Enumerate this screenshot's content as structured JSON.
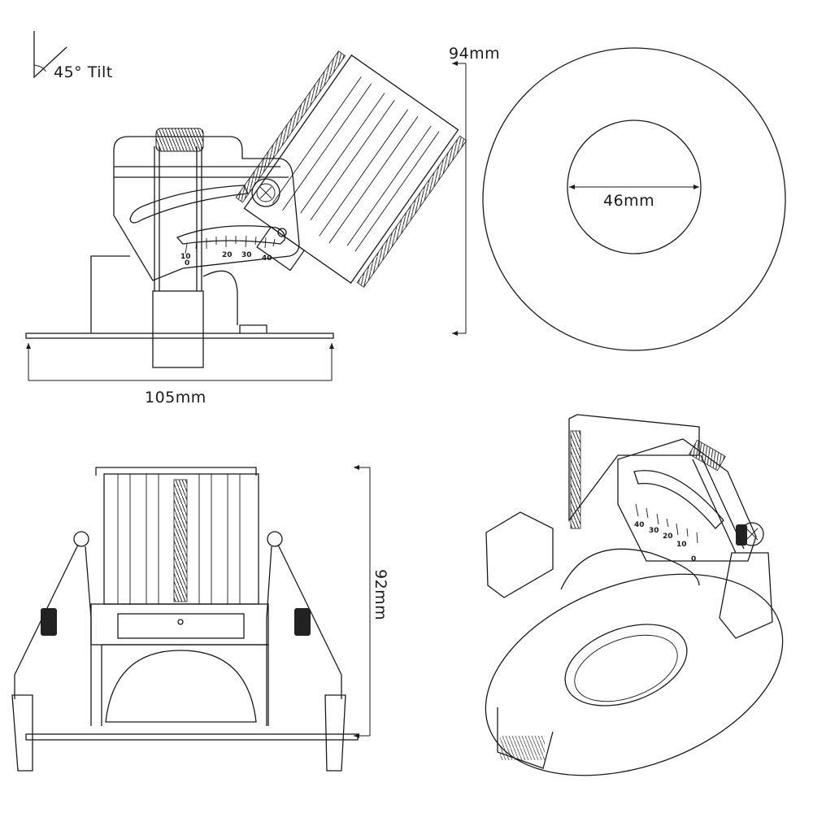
{
  "tilt_label": "45° Tilt",
  "dimensions": {
    "width": "105mm",
    "face_diameter": "94mm",
    "aperture": "46mm",
    "height": "92mm"
  },
  "tilt_scale": {
    "labels": [
      "0",
      "10",
      "20",
      "30",
      "40"
    ]
  },
  "iso_scale": {
    "labels": [
      "40",
      "30",
      "20",
      "10",
      "0"
    ]
  }
}
